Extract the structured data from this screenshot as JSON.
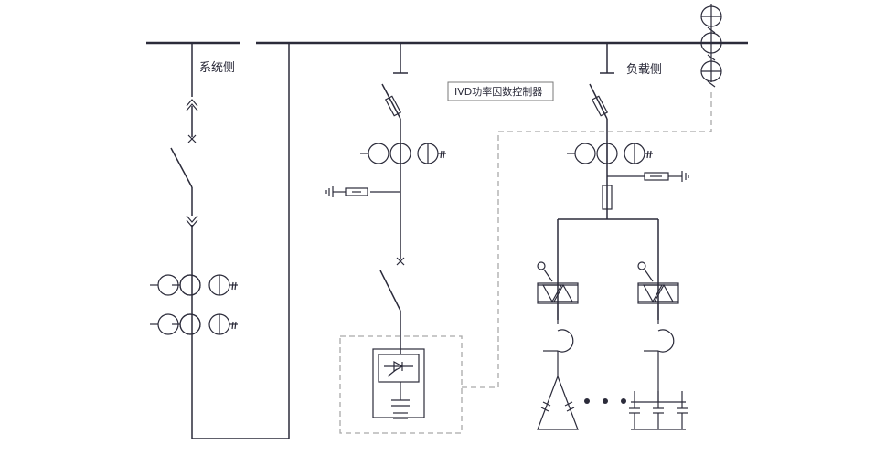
{
  "labels": {
    "system_side": "系统侧",
    "load_side": "负载侧",
    "controller": "IVD功率因数控制器"
  },
  "colors": {
    "line": "#2b2b3a",
    "dashed_box": "#a9a9a9"
  }
}
